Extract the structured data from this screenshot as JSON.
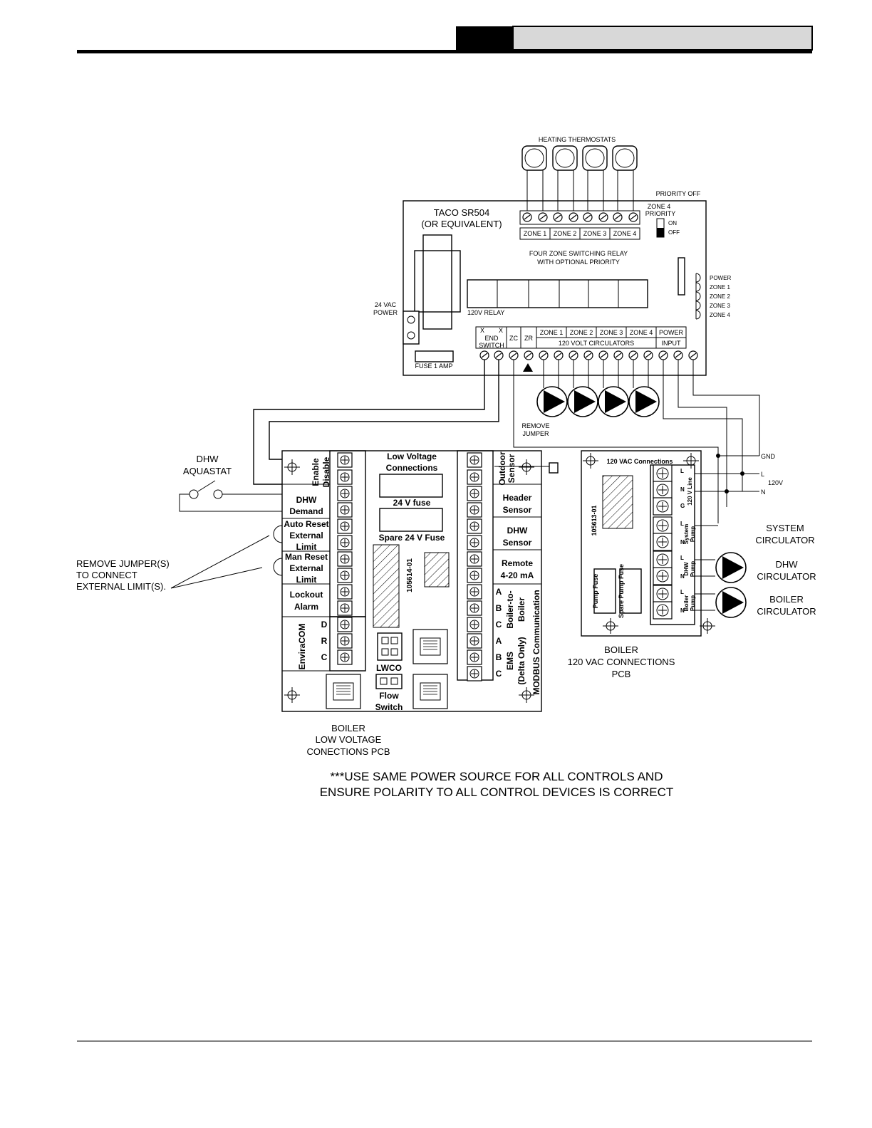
{
  "taco": {
    "title1": "TACO SR504",
    "title2": "(OR EQUIVALENT)",
    "heating_thermostats": "HEATING THERMOSTATS",
    "priority_off": "PRIORITY OFF",
    "zone4_priority_1": "ZONE 4",
    "zone4_priority_2": "PRIORITY",
    "on": "ON",
    "off": "OFF",
    "zones_top": [
      "ZONE 1",
      "ZONE 2",
      "ZONE 3",
      "ZONE 4"
    ],
    "desc1": "FOUR ZONE SWITCHING RELAY",
    "desc2": "WITH OPTIONAL PRIORITY",
    "vac_power_1": "24 VAC",
    "vac_power_2": "POWER",
    "relay": "120V RELAY",
    "fuse": "FUSE 1 AMP",
    "leds": [
      "POWER",
      "ZONE 1",
      "ZONE 2",
      "ZONE 3",
      "ZONE 4"
    ],
    "x": "X",
    "end": "END",
    "switch": "SWITCH",
    "zc": "ZC",
    "zr": "ZR",
    "zones_bottom": [
      "ZONE 1",
      "ZONE 2",
      "ZONE 3",
      "ZONE 4"
    ],
    "power": "POWER",
    "circulators": "120 VOLT CIRCULATORS",
    "input": "INPUT",
    "remove_jumper_1": "REMOVE",
    "remove_jumper_2": "JUMPER"
  },
  "lv": {
    "enable": "Enable",
    "disable": "Disable",
    "low_voltage_1": "Low Voltage",
    "low_voltage_2": "Connections",
    "fuse": "24 V fuse",
    "spare_fuse": "Spare 24 V Fuse",
    "dhw_demand_1": "DHW",
    "dhw_demand_2": "Demand",
    "auto_reset_1": "Auto Reset",
    "auto_reset_2": "External",
    "auto_reset_3": "Limit",
    "man_reset_1": "Man Reset",
    "man_reset_2": "External",
    "man_reset_3": "Limit",
    "lockout_1": "Lockout",
    "lockout_2": "Alarm",
    "enviracom": "EnviraCOM",
    "drc": [
      "D",
      "R",
      "C"
    ],
    "part": "105614-01",
    "lwco": "LWCO",
    "flow_1": "Flow",
    "flow_2": "Switch",
    "outdoor_1": "Outdoor",
    "outdoor_2": "Sensor",
    "header_1": "Header",
    "header_2": "Sensor",
    "dhw_sensor_1": "DHW",
    "dhw_sensor_2": "Sensor",
    "remote_1": "Remote",
    "remote_2": "4-20 mA",
    "abc": [
      "A",
      "B",
      "C"
    ],
    "b2b_1": "Boiler-to-",
    "b2b_2": "Boiler",
    "ems_1": "EMS",
    "ems_2": "(Delta Only)",
    "modbus": "MODBUS Communication",
    "caption": [
      "BOILER",
      "LOW VOLTAGE",
      "CONECTIONS PCB"
    ]
  },
  "hv": {
    "title": "120 VAC Connections",
    "part": "105613-01",
    "pump_fuse": "Pump Fuse",
    "spare_pump_fuse": "Spare Pump Fuse",
    "lng": [
      "L",
      "N",
      "G"
    ],
    "line": "120 V Line",
    "system_pump_1": "System",
    "system_pump_2": "Pump",
    "dhw_pump_1": "DHW",
    "dhw_pump_2": "Pump",
    "boiler_pump_1": "Boiler",
    "boiler_pump_2": "Pump",
    "l": "L",
    "n": "N",
    "caption": [
      "BOILER",
      "120 VAC CONNECTIONS",
      "PCB"
    ]
  },
  "external": {
    "gnd": "GND",
    "l": "L",
    "n": "N",
    "v120": "120V",
    "dhw_aquastat_1": "DHW",
    "dhw_aquastat_2": "AQUASTAT",
    "remove_jumpers": [
      "REMOVE JUMPER(S)",
      "TO CONNECT",
      "EXTERNAL LIMIT(S)."
    ],
    "system_circ_1": "SYSTEM",
    "system_circ_2": "CIRCULATOR",
    "dhw_circ_1": "DHW",
    "dhw_circ_2": "CIRCULATOR",
    "boiler_circ_1": "BOILER",
    "boiler_circ_2": "CIRCULATOR"
  },
  "note": [
    "***USE SAME POWER SOURCE FOR ALL CONTROLS AND",
    "ENSURE POLARITY TO ALL CONTROL DEVICES IS CORRECT"
  ]
}
